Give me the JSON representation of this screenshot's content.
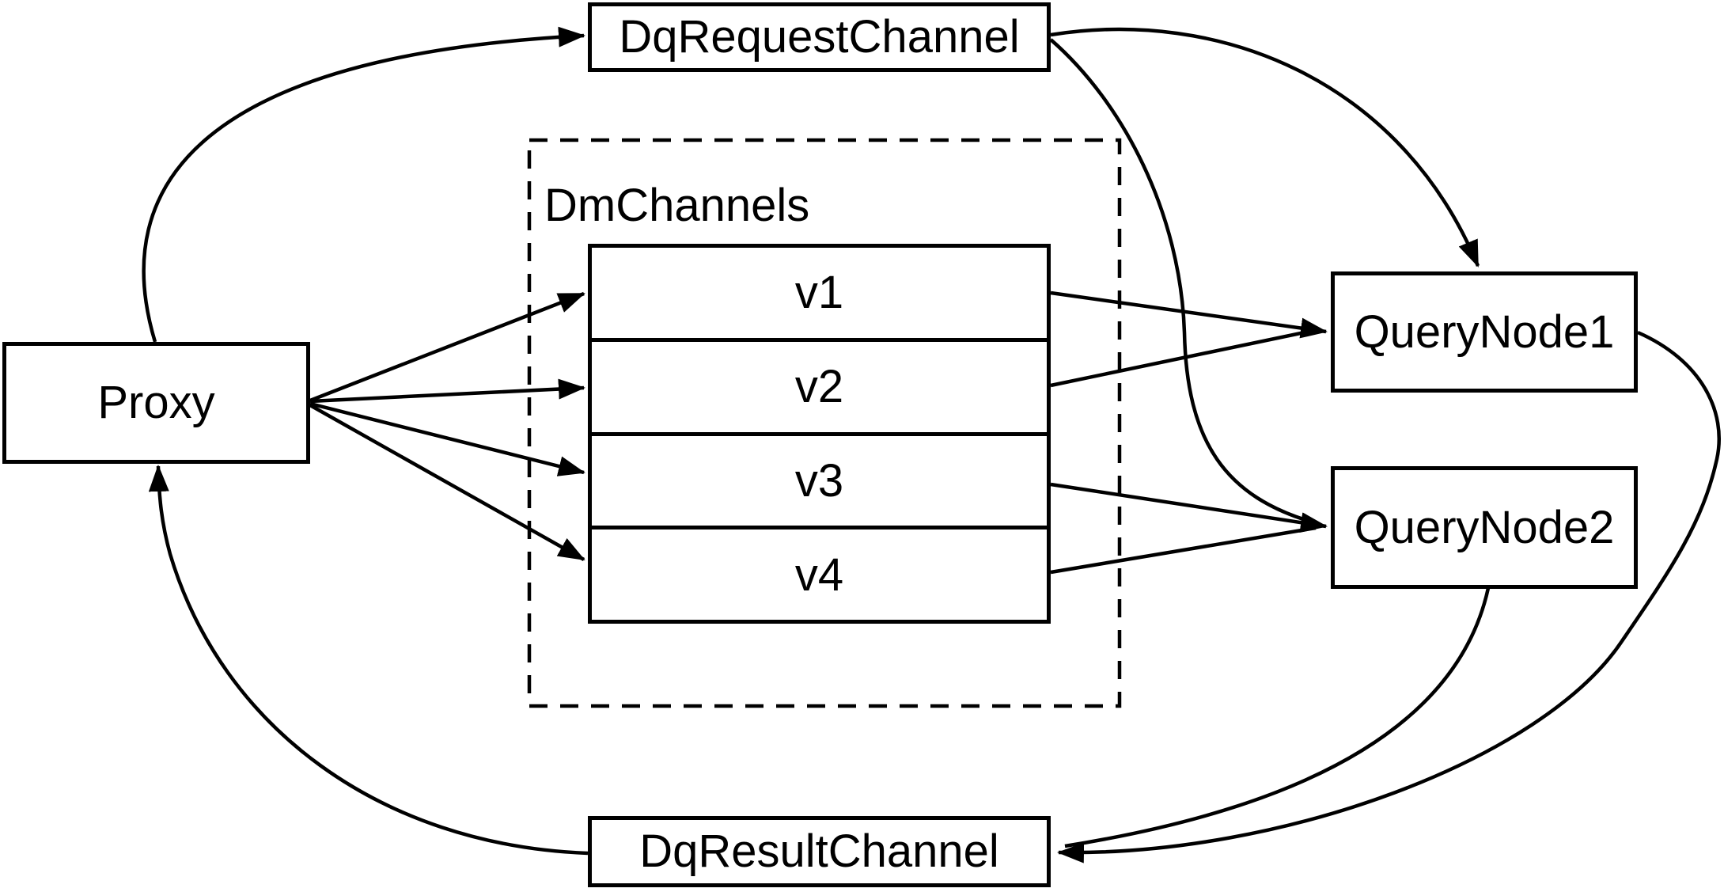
{
  "diagram": {
    "background": "#ffffff",
    "stroke_color": "#000000",
    "nodes": {
      "proxy": {
        "label": "Proxy"
      },
      "dq_request_channel": {
        "label": "DqRequestChannel"
      },
      "dm_channels": {
        "label": "DmChannels",
        "channels": [
          "v1",
          "v2",
          "v3",
          "v4"
        ]
      },
      "query_node_1": {
        "label": "QueryNode1"
      },
      "query_node_2": {
        "label": "QueryNode2"
      },
      "dq_result_channel": {
        "label": "DqResultChannel"
      }
    },
    "edges": [
      {
        "from": "Proxy",
        "to": "DqRequestChannel"
      },
      {
        "from": "Proxy",
        "to": "v1"
      },
      {
        "from": "Proxy",
        "to": "v2"
      },
      {
        "from": "Proxy",
        "to": "v3"
      },
      {
        "from": "Proxy",
        "to": "v4"
      },
      {
        "from": "v1",
        "to": "QueryNode1"
      },
      {
        "from": "v2",
        "to": "QueryNode1"
      },
      {
        "from": "v3",
        "to": "QueryNode2"
      },
      {
        "from": "v4",
        "to": "QueryNode2"
      },
      {
        "from": "DqRequestChannel",
        "to": "QueryNode1"
      },
      {
        "from": "DqRequestChannel",
        "to": "QueryNode2"
      },
      {
        "from": "QueryNode1",
        "to": "DqResultChannel"
      },
      {
        "from": "QueryNode2",
        "to": "DqResultChannel"
      },
      {
        "from": "DqResultChannel",
        "to": "Proxy"
      }
    ]
  }
}
